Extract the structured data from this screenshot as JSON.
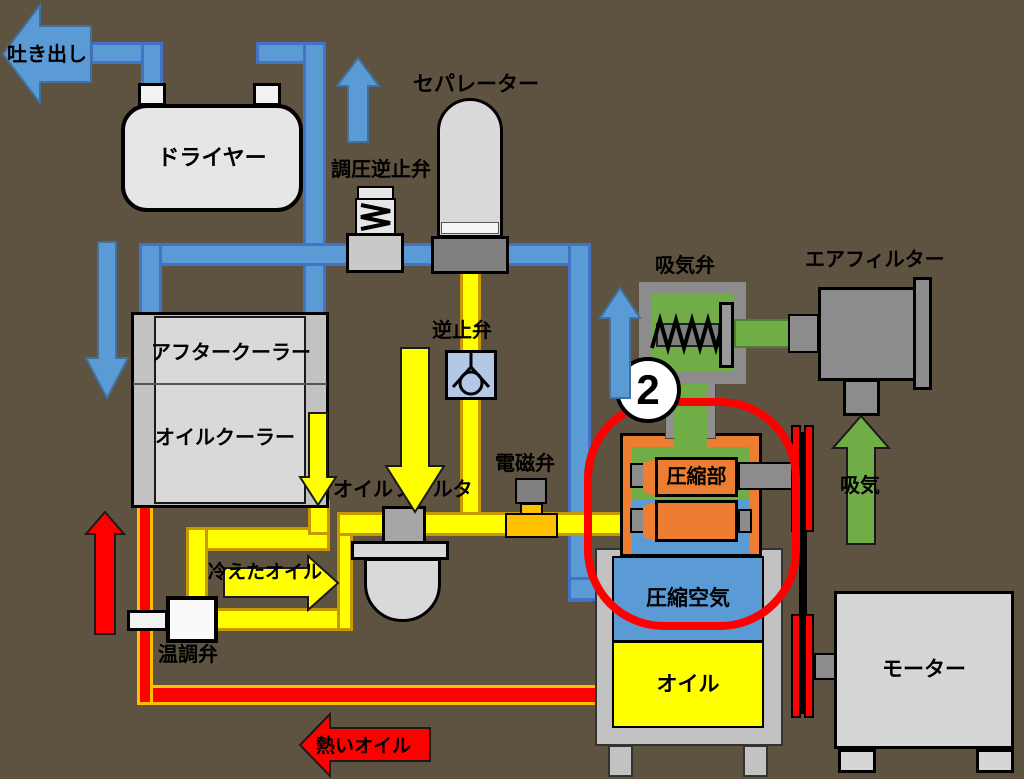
{
  "diagram": {
    "type": "screw-air-compressor-schematic",
    "badge": {
      "number": "2"
    }
  },
  "labels": {
    "discharge": "吐き出し",
    "dryer": "ドライヤー",
    "separator": "セパレーター",
    "pressure_regulating_check_valve": "調圧逆止弁",
    "check_valve": "逆止弁",
    "aftercooler": "アフタークーラー",
    "oil_cooler": "オイルクーラー",
    "oil_filter": "オイルフィルタ",
    "solenoid_valve": "電磁弁",
    "intake_valve": "吸気弁",
    "air_filter": "エアフィルター",
    "intake_air": "吸気",
    "compression_unit": "圧縮部",
    "compressed_air": "圧縮空気",
    "oil": "オイル",
    "motor": "モーター",
    "temperature_control_valve": "温調弁",
    "cooled_oil": "冷えたオイル",
    "hot_oil": "熱いオイル"
  },
  "colors": {
    "background": "#5d5340",
    "pipe_blue": "#5b9bd5",
    "pipe_blue_border": "#4472c4",
    "pipe_yellow": "#ffff00",
    "pipe_red": "#ff0000",
    "pipe_red_border": "#ffc000",
    "green": "#70ad47",
    "orange": "#ed7d31",
    "gray_light": "#d9d9d9",
    "gray_mid": "#8c8c8c",
    "highlight": "#ff0000"
  }
}
